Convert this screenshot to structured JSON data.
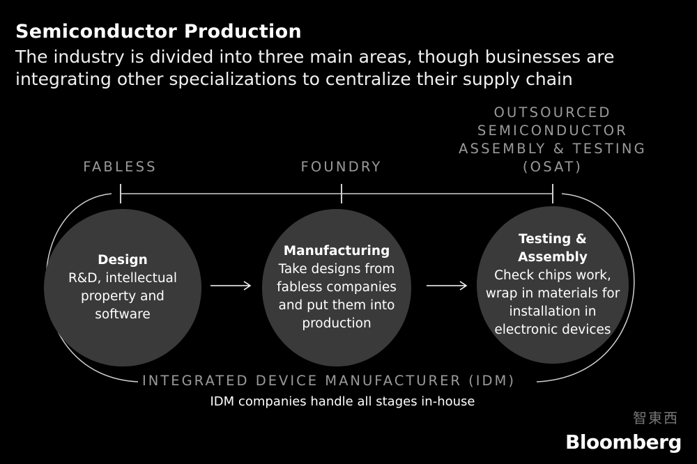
{
  "title": "Semiconductor Production",
  "subtitle": "The industry is divided into three main areas, though businesses are integrating other specializations to centralize their supply chain",
  "categories": {
    "fabless": "FABLESS",
    "foundry": "FOUNDRY",
    "osat": "OUTSOURCED SEMICONDUCTOR ASSEMBLY & TESTING (OSAT)"
  },
  "stages": [
    {
      "heading": "Design",
      "body": "R&D, intellectual property and software"
    },
    {
      "heading": "Manufacturing",
      "body": "Take designs from fabless companies and put them into production"
    },
    {
      "heading": "Testing & Assembly",
      "body": "Check chips work, wrap in materials for installation in electronic devices"
    }
  ],
  "idm": {
    "label": "INTEGRATED DEVICE MANUFACTURER (IDM)",
    "note": "IDM companies handle all stages in-house"
  },
  "branding": {
    "source": "Bloomberg",
    "watermark": "智東西"
  },
  "colors": {
    "background": "#000000",
    "circle": "#3a3a3a",
    "muted": "#9a9a9a",
    "line": "#d0d0d0"
  }
}
